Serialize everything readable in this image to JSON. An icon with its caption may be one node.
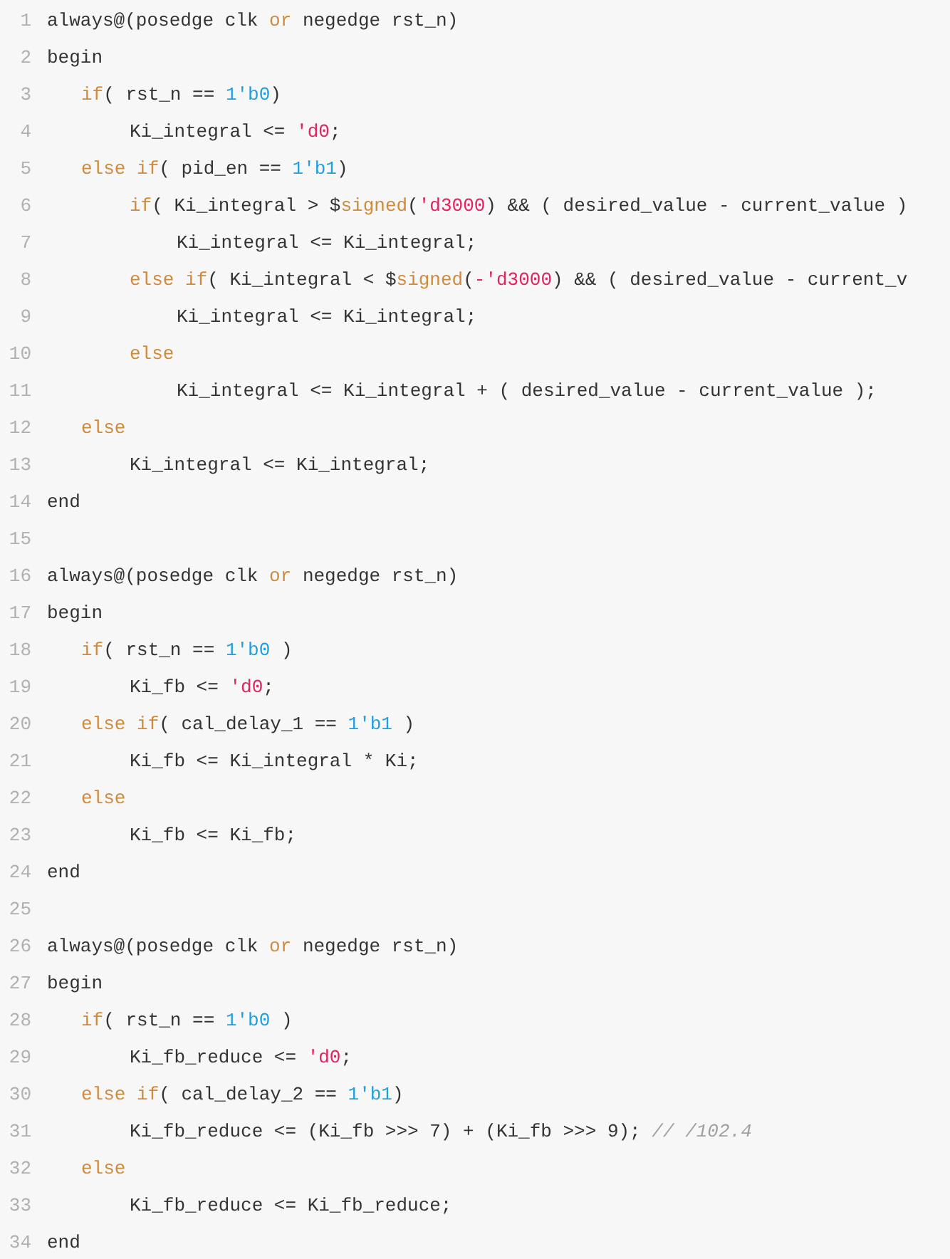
{
  "diagram": {
    "labels": [
      "1",
      "always@(posedge clk or negedge rst_n)",
      "2",
      "begin",
      "3",
      "if( rst_n == 1'b0)",
      "4",
      "Ki_integral <= 'd0;",
      "5",
      "else if( pid_en == 1'b1)",
      "6",
      "if( Ki_integral > $signed('d3000) && ( desired_value - current_value )",
      "7",
      "Ki_integral <= Ki_integral;",
      "8",
      "else if( Ki_integral < $signed(-'d3000) && ( desired_value - current_v",
      "9",
      "Ki_integral <= Ki_integral;",
      "10",
      "else",
      "11",
      "Ki_integral <= Ki_integral + ( desired_value - current_value );",
      "12",
      "else",
      "13",
      "Ki_integral <= Ki_integral;",
      "14",
      "end",
      "15",
      "16",
      "always@(posedge clk or negedge rst_n)",
      "17",
      "begin",
      "18",
      "if( rst_n == 1'b0 )",
      "19",
      "Ki_fb <= 'd0;",
      "20",
      "else if( cal_delay_1 == 1'b1 )",
      "21",
      "Ki_fb <= Ki_integral * Ki;",
      "22",
      "else",
      "23",
      "Ki_fb <= Ki_fb;",
      "24",
      "end",
      "25",
      "26",
      "always@(posedge clk or negedge rst_n)",
      "27",
      "begin",
      "28",
      "if( rst_n == 1'b0 )",
      "29",
      "Ki_fb_reduce <= 'd0;",
      "30",
      "else if( cal_delay_2 == 1'b1)",
      "31",
      "Ki_fb_reduce <= (Ki_fb >>> 7) + (Ki_fb >>> 9); // /102.4",
      "32",
      "else",
      "33",
      "Ki_fb_reduce <= Ki_fb_reduce;",
      "34",
      "end"
    ]
  }
}
